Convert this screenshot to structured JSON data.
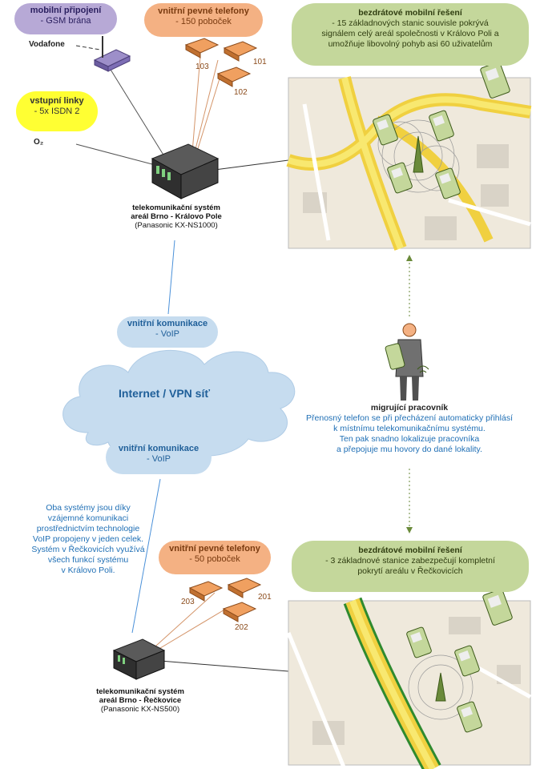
{
  "mobile_connection": {
    "title": "mobilní připojení",
    "detail": "- GSM brána",
    "carrier": "Vodafone"
  },
  "input_lines": {
    "title": "vstupní linky",
    "detail": "- 5x ISDN 2",
    "carrier": "O₂"
  },
  "top_phones": {
    "title": "vnitřní pevné telefony",
    "detail": "- 150 poboček",
    "extensions": [
      "103",
      "101",
      "102"
    ]
  },
  "top_wireless": {
    "title": "bezdrátové mobilní řešení",
    "detail": "- 15 základnových stanic souvisle pokrývá signálem celý areál společnosti v Královo Poli a umožňuje libovolný pohyb asi 60 uživatelům"
  },
  "top_system": {
    "line1": "telekomunikační systém",
    "line2": "areál Brno - Královo Pole",
    "model": "(Panasonic KX-NS1000)"
  },
  "internal_comm_top": {
    "title": "vnitřní komunikace",
    "detail": "- VoIP"
  },
  "cloud": {
    "label": "Internet / VPN síť"
  },
  "internal_comm_bottom": {
    "title": "vnitřní komunikace",
    "detail": "- VoIP"
  },
  "migrating_worker": {
    "title": "migrující pracovník",
    "lines": [
      "Přenosný telefon se při přecházení automaticky přihlásí",
      "k místnímu telekomunikačnímu systému.",
      "Ten pak snadno lokalizuje pracovníka",
      "a přepojuje mu hovory do dané lokality."
    ]
  },
  "note": {
    "lines": [
      "Oba systémy jsou díky",
      "vzájemné komunikaci",
      "prostřednictvím technologie",
      "VoIP propojeny v jeden celek.",
      "Systém v Řečkovicích využívá",
      "všech funkcí systému",
      "v Královo Poli."
    ]
  },
  "bottom_phones": {
    "title": "vnitřní pevné telefony",
    "detail": "- 50 poboček",
    "extensions": [
      "203",
      "201",
      "202"
    ]
  },
  "bottom_wireless": {
    "title": "bezdrátové mobilní řešení",
    "detail": "- 3 základnové stanice zabezpečují kompletní pokrytí areálu v Řečkovicích"
  },
  "bottom_system": {
    "line1": "telekomunikační systém",
    "line2": "areál Brno - Řečkovice",
    "model": "(Panasonic KX-NS500)"
  },
  "colors": {
    "purple": "#b7a9d6",
    "orange": "#f4b183",
    "yellow": "#ffff33",
    "green": "#c4d79b",
    "blue": "#c6dcef",
    "link_blue": "#4a90d9"
  }
}
